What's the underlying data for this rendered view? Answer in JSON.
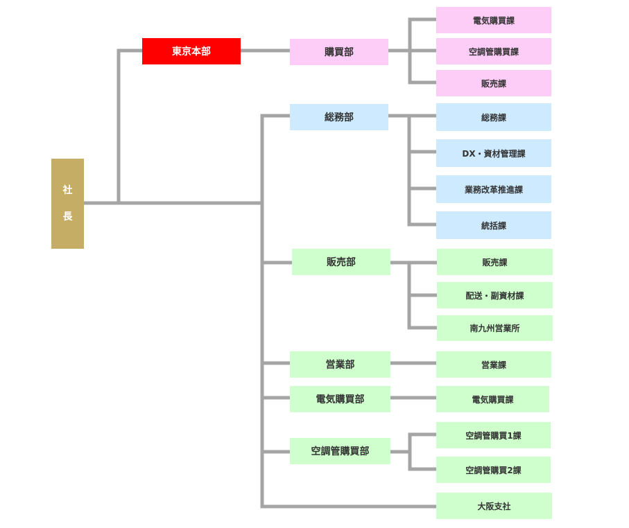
{
  "colors": {
    "line": "#a5a5a5",
    "president": "#c6ad66",
    "tokyo": "#ff0000",
    "pink": "#fdccf7",
    "blue": "#cdeaff",
    "green": "#ceffcc"
  },
  "president": {
    "char1": "社",
    "char2": "長"
  },
  "tokyo_hq": {
    "label": "東京本部"
  },
  "depts": {
    "purchasing": {
      "label": "購買部",
      "sections": [
        "電気購買課",
        "空調管購買課",
        "販売課"
      ]
    },
    "general_affairs": {
      "label": "総務部",
      "sections": [
        "総務課",
        "DX・資材管理課",
        "業務改革推進課",
        "統括課"
      ]
    },
    "sales": {
      "label": "販売部",
      "sections": [
        "販売課",
        "配送・副資材課",
        "南九州営業所"
      ]
    },
    "business": {
      "label": "営業部",
      "sections": [
        "営業課"
      ]
    },
    "electric_purchasing": {
      "label": "電気購買部",
      "sections": [
        "電気購買課"
      ]
    },
    "hvac_purchasing": {
      "label": "空調管購買部",
      "sections": [
        "空調管購買1課",
        "空調管購買2課"
      ]
    }
  },
  "osaka_branch": {
    "label": "大阪支社"
  }
}
